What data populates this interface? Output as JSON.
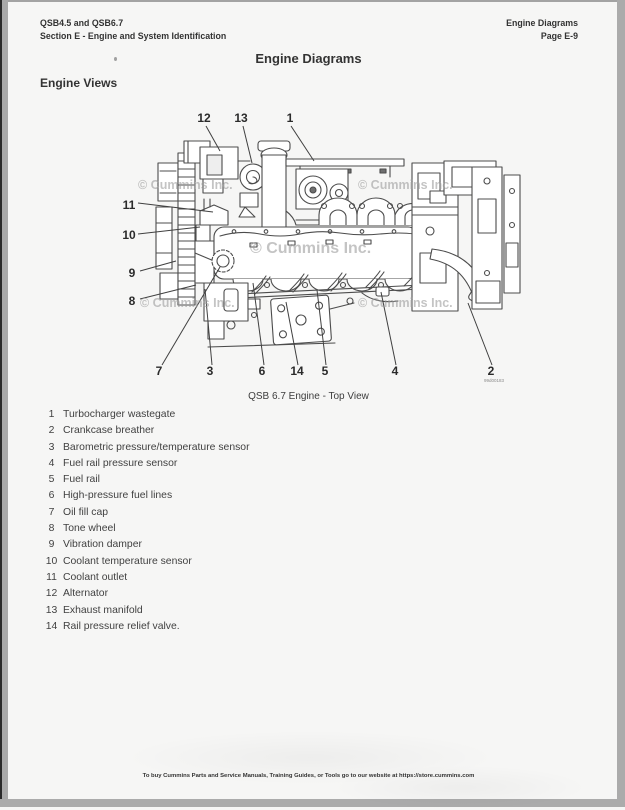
{
  "header": {
    "left_line1": "QSB4.5 and QSB6.7",
    "left_line2": "Section E - Engine and System Identification",
    "right_line1": "Engine Diagrams",
    "right_line2": "Page E-9"
  },
  "title": "Engine Diagrams",
  "section_heading": "Engine Views",
  "figure": {
    "caption": "QSB 6.7 Engine - Top View",
    "figure_code": "99d00183",
    "watermark": "© Cummins Inc.",
    "callouts": [
      "1",
      "2",
      "3",
      "4",
      "5",
      "6",
      "7",
      "8",
      "9",
      "10",
      "11",
      "12",
      "13",
      "14"
    ]
  },
  "legend": {
    "items": [
      {
        "num": "1",
        "label": "Turbocharger wastegate"
      },
      {
        "num": "2",
        "label": "Crankcase breather"
      },
      {
        "num": "3",
        "label": "Barometric pressure/temperature sensor"
      },
      {
        "num": "4",
        "label": "Fuel rail pressure sensor"
      },
      {
        "num": "5",
        "label": "Fuel rail"
      },
      {
        "num": "6",
        "label": "High-pressure fuel lines"
      },
      {
        "num": "7",
        "label": "Oil fill cap"
      },
      {
        "num": "8",
        "label": "Tone wheel"
      },
      {
        "num": "9",
        "label": "Vibration damper"
      },
      {
        "num": "10",
        "label": "Coolant temperature sensor"
      },
      {
        "num": "11",
        "label": "Coolant outlet"
      },
      {
        "num": "12",
        "label": "Alternator"
      },
      {
        "num": "13",
        "label": "Exhaust manifold"
      },
      {
        "num": "14",
        "label": "Rail pressure relief valve."
      }
    ]
  },
  "footer": "To buy Cummins Parts and Service Manuals, Training Guides, or Tools go to our website at https://store.cummins.com"
}
